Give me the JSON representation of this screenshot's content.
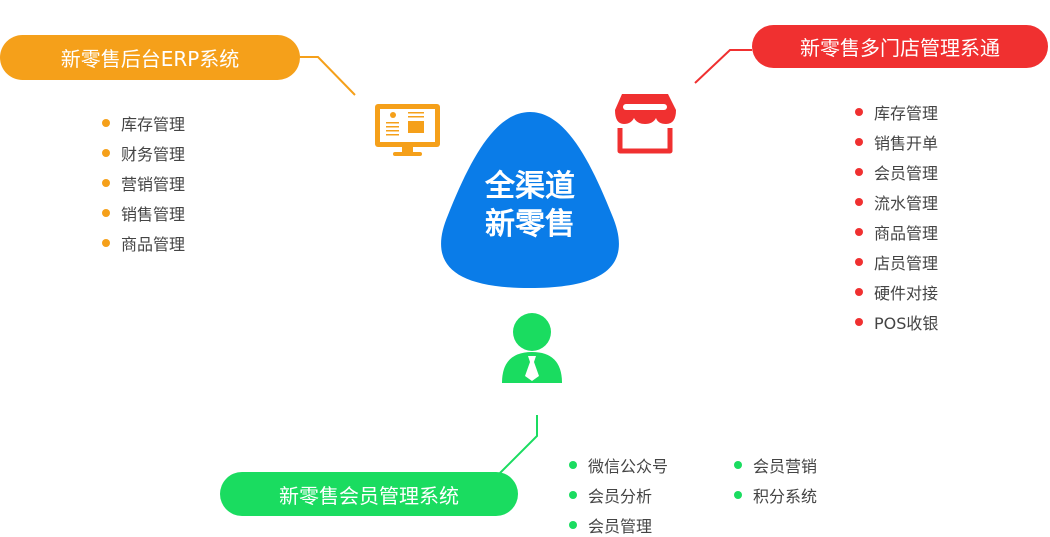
{
  "center": {
    "line1": "全渠道",
    "line2": "新零售",
    "color": "#0a7ce8"
  },
  "erp": {
    "title": "新零售后台ERP系统",
    "color": "#f5a01a",
    "items": [
      "库存管理",
      "财务管理",
      "营销管理",
      "销售管理",
      "商品管理"
    ]
  },
  "store": {
    "title": "新零售多门店管理系通",
    "color": "#f03030",
    "items": [
      "库存管理",
      "销售开单",
      "会员管理",
      "流水管理",
      "商品管理",
      "店员管理",
      "硬件对接",
      "POS收银"
    ]
  },
  "member": {
    "title": "新零售会员管理系统",
    "color": "#1adc60",
    "items": [
      "微信公众号",
      "会员分析",
      "会员管理",
      "会员营销",
      "积分系统"
    ]
  }
}
